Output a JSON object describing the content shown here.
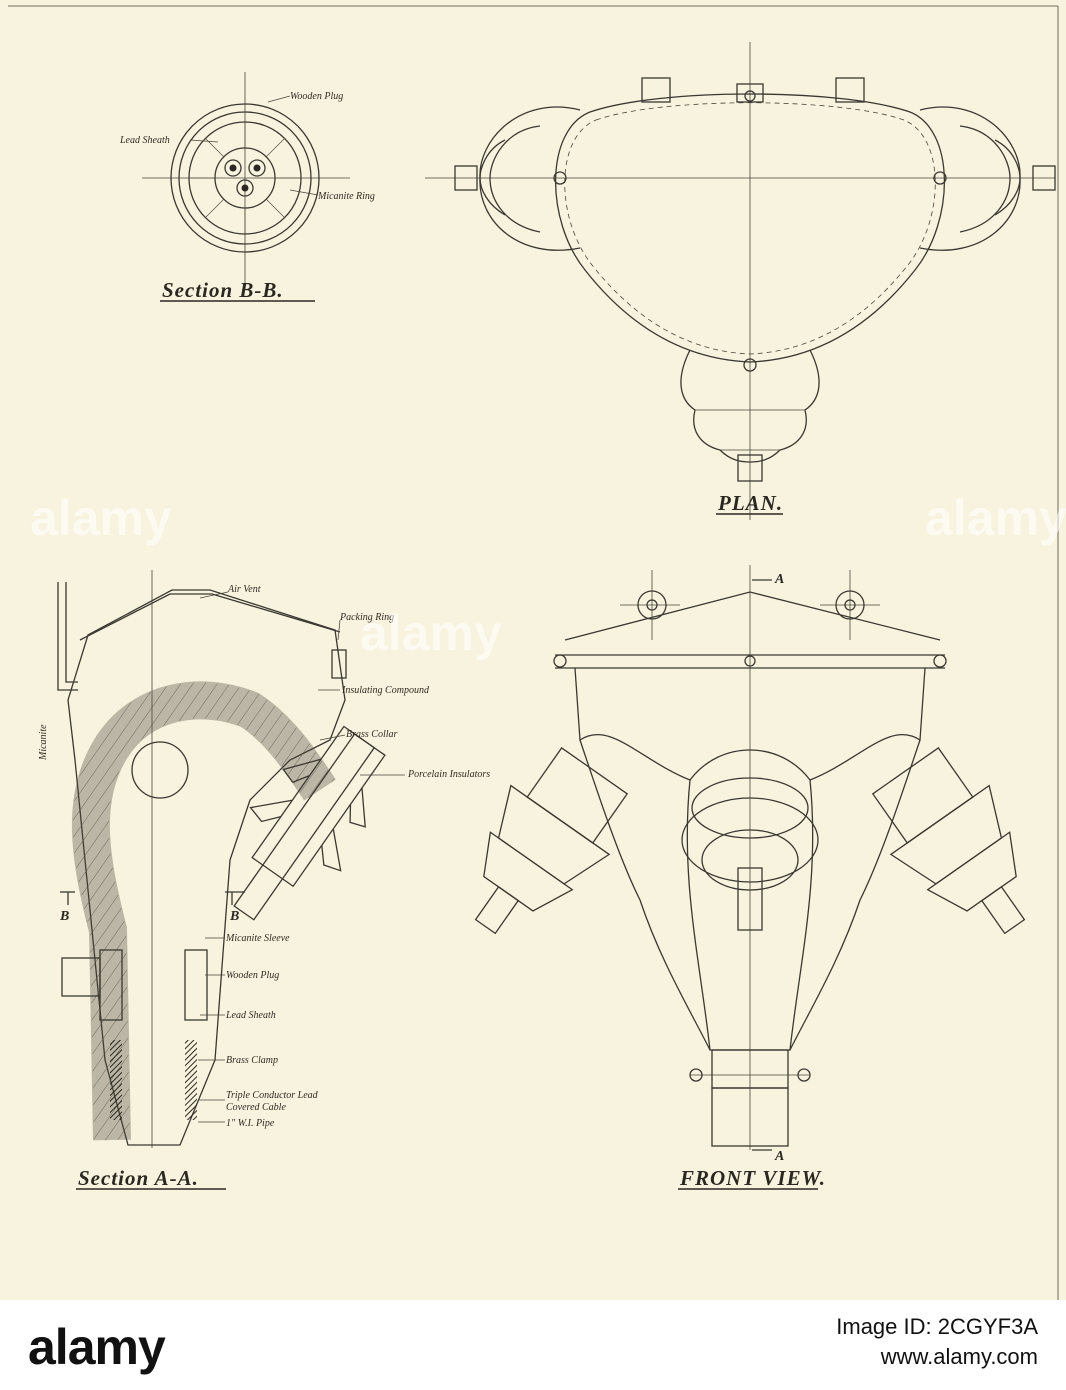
{
  "plate": {
    "section_bb": {
      "title": "Section B-B.",
      "labels": {
        "wooden_plug": "Wooden Plug",
        "lead_sheath": "Lead Sheath",
        "micanite_ring": "Micanite Ring"
      }
    },
    "plan": {
      "title": "PLAN."
    },
    "section_aa": {
      "title": "Section A-A.",
      "labels": {
        "air_vent": "Air Vent",
        "packing_ring": "Packing Ring",
        "insulating_compound": "Insulating Compound",
        "brass_collar": "Brass Collar",
        "porcelain_insulators": "Porcelain Insulators",
        "micanite": "Micanite",
        "micanite_sleeve": "Micanite Sleeve",
        "wooden_plug": "Wooden Plug",
        "lead_sheath": "Lead Sheath",
        "brass_clamp": "Brass Clamp",
        "cable_line1": "Triple Conductor Lead",
        "cable_line2": "Covered Cable",
        "pipe": "1\" W.I. Pipe",
        "cut_left": "B",
        "cut_right": "B"
      }
    },
    "front_view": {
      "title": "FRONT VIEW.",
      "cut_top": "A",
      "cut_bottom": "A"
    }
  },
  "watermark": {
    "text": "alamy"
  },
  "footer": {
    "logo_text": "alamy",
    "image_id": "Image ID: 2CGYF3A",
    "url": "www.alamy.com"
  },
  "colors": {
    "paper": "#f8f3df",
    "ink": "#2e2b22",
    "footer_bg": "#ffffff"
  }
}
